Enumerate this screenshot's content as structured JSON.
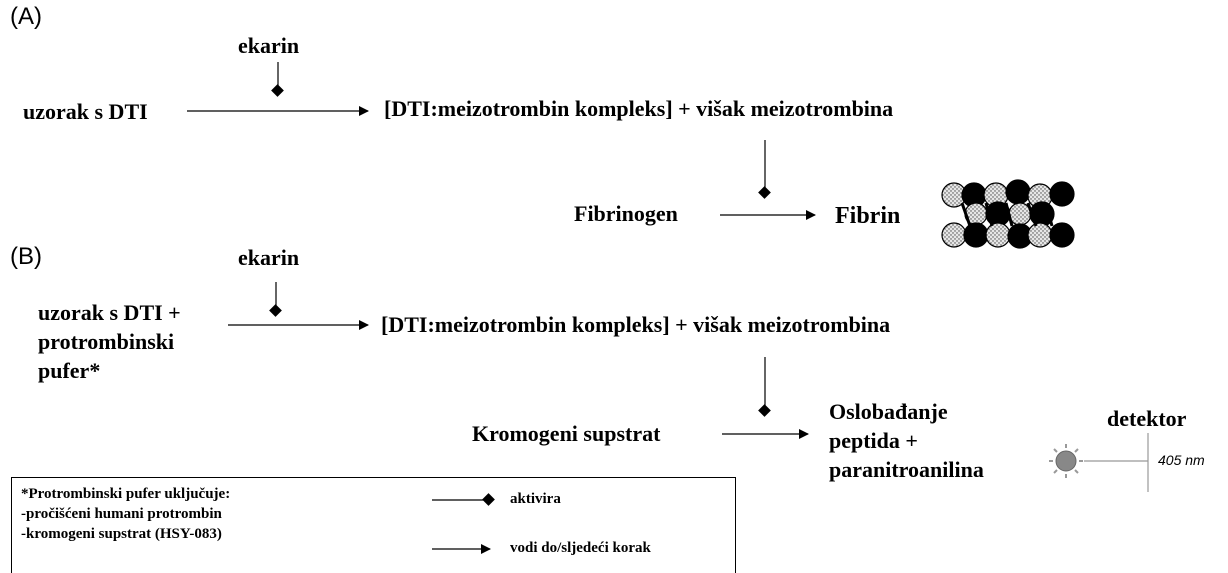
{
  "panel_a": {
    "label": "(A)",
    "activator": "ekarin",
    "input": "uzorak s DTI",
    "product": "[DTI:meizotrombin kompleks] + višak meizotrombina",
    "substrate": "Fibrinogen",
    "result": "Fibrin"
  },
  "panel_b": {
    "label": "(B)",
    "activator": "ekarin",
    "input_lines": [
      "uzorak s DTI +",
      "protrombinski",
      "pufer*"
    ],
    "product": "[DTI:meizotrombin kompleks] + višak meizotrombina",
    "substrate": "Kromogeni supstrat",
    "result_lines": [
      "Oslobađanje",
      "peptida +",
      "paranitroanilina"
    ],
    "detector": "detektor",
    "wavelength": "405 nm"
  },
  "legend": {
    "note_lines": [
      "*Protrombinski pufer uključuje:",
      "-pročišćeni humani protrombin",
      "-kromogeni supstrat (HSY-083)"
    ],
    "activates": "aktivira",
    "leads_to": "vodi do/sljedeći korak"
  }
}
